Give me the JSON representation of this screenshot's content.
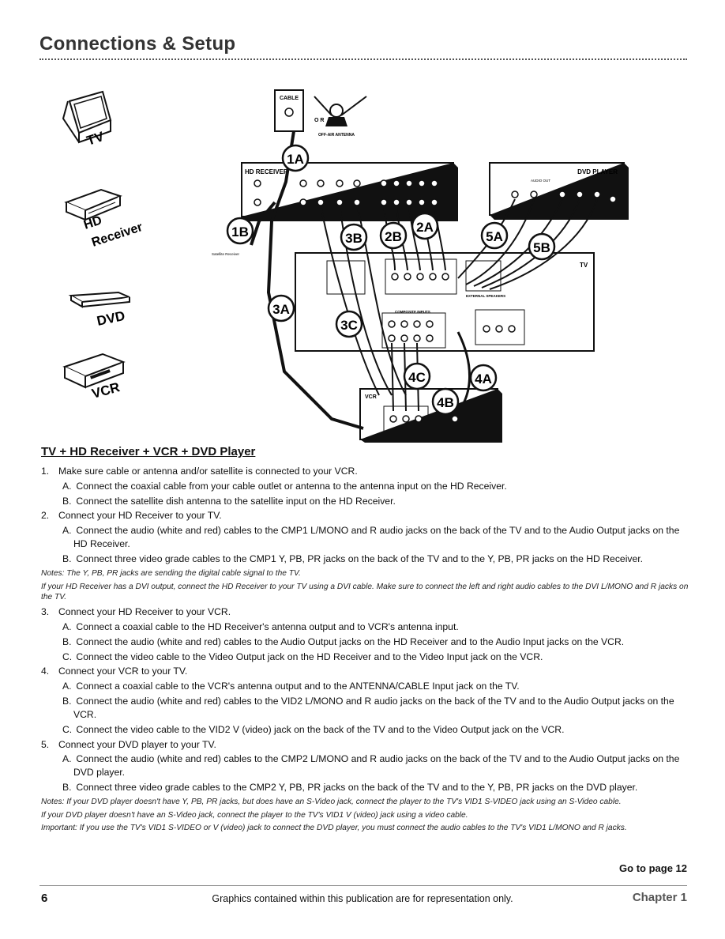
{
  "header": {
    "title": "Connections & Setup"
  },
  "devices": {
    "tv": "TV",
    "hd_receiver_line1": "HD",
    "hd_receiver_line2": "Receiver",
    "dvd": "DVD",
    "vcr": "VCR"
  },
  "diagram": {
    "cable_label": "CABLE",
    "or_label": "O R",
    "antenna_label": "OFF-AIR ANTENNA",
    "hd_receiver_box": "HD RECEIVER",
    "dvd_player_box": "DVD PLAYER",
    "dvd_audio_out": "AUDIO OUT",
    "tv_box": "TV",
    "vcr_box": "VCR",
    "satellite_label": "Satellite Receiver",
    "composite_inputs": "COMPOSITE INPUTS",
    "external_speakers": "EXTERNAL SPEAKERS",
    "callouts": [
      "1A",
      "1B",
      "2A",
      "2B",
      "3A",
      "3B",
      "3C",
      "4A",
      "4B",
      "4C",
      "5A",
      "5B"
    ]
  },
  "section_heading": "TV + HD Receiver + VCR + DVD Player",
  "steps": [
    {
      "num": "1.",
      "title": "Make sure cable or antenna and/or satellite is connected to your VCR.",
      "subs": [
        {
          "letter": "A.",
          "text": "Connect the coaxial cable from your cable outlet or antenna to the antenna input on the HD Receiver."
        },
        {
          "letter": "B.",
          "text": "Connect the satellite dish antenna to the satellite input on the HD Receiver."
        }
      ]
    },
    {
      "num": "2.",
      "title": "Connect your HD Receiver to your TV.",
      "subs": [
        {
          "letter": "A.",
          "text": "Connect the audio (white and red) cables to the CMP1 L/MONO and R audio jacks on the back of the TV and to the Audio Output jacks on the HD Receiver."
        },
        {
          "letter": "B.",
          "text": "Connect three video grade cables to the CMP1 Y, PB, PR jacks on the back of the TV and to the Y, PB, PR jacks on the HD Receiver."
        }
      ],
      "notes": [
        "Notes: The Y, PB, PR jacks are sending the digital cable signal to the TV.",
        "If your HD Receiver has a DVI output, connect the HD Receiver to your TV using a DVI cable. Make sure to connect the left and right audio cables to the DVI L/MONO and R jacks on the TV."
      ]
    },
    {
      "num": "3.",
      "title": "Connect your HD Receiver to your VCR.",
      "subs": [
        {
          "letter": "A.",
          "text": "Connect a coaxial cable to the HD Receiver's antenna output and to VCR's antenna input."
        },
        {
          "letter": "B.",
          "text": "Connect the audio (white and red) cables to the Audio Output jacks on the HD Receiver and to the Audio Input jacks on the VCR."
        },
        {
          "letter": "C.",
          "text": "Connect the video cable to the Video Output jack on the HD Receiver and to the Video Input jack on the VCR."
        }
      ]
    },
    {
      "num": "4.",
      "title": "Connect your VCR to your TV.",
      "subs": [
        {
          "letter": "A.",
          "text": "Connect a coaxial cable to the VCR's antenna output and to the ANTENNA/CABLE Input jack on the TV."
        },
        {
          "letter": "B.",
          "text": "Connect the audio (white and red) cables to the VID2 L/MONO and R audio jacks on the back of the TV and to the Audio Output jacks on the VCR."
        },
        {
          "letter": "C.",
          "text": "Connect the video cable to the VID2 V (video) jack on the back of the TV and to the Video Output jack on the VCR."
        }
      ]
    },
    {
      "num": "5.",
      "title": "Connect your DVD player to your TV.",
      "subs": [
        {
          "letter": "A.",
          "text": "Connect the audio (white and red) cables to the CMP2 L/MONO and R audio jacks on the back of the TV and to the Audio Output jacks on the DVD player."
        },
        {
          "letter": "B.",
          "text": "Connect three video grade cables to the CMP2 Y, PB, PR jacks on the back of the TV and to the Y, PB, PR jacks on the DVD player."
        }
      ],
      "notes": [
        "Notes: If your DVD player doesn't have Y, PB, PR jacks, but does have an S-Video jack, connect the player to the TV's VID1 S-VIDEO jack using an S-Video cable.",
        "If your DVD player doesn't have an S-Video jack, connect the player to the TV's VID1 V (video) jack using a video cable.",
        "Important: If you use the TV's VID1 S-VIDEO or V (video) jack to connect the DVD player, you must connect the audio cables to the TV's VID1 L/MONO and R jacks."
      ]
    }
  ],
  "goto": "Go to page 12",
  "footer": {
    "page": "6",
    "text": "Graphics contained within this publication are for representation only.",
    "chapter": "Chapter 1"
  }
}
